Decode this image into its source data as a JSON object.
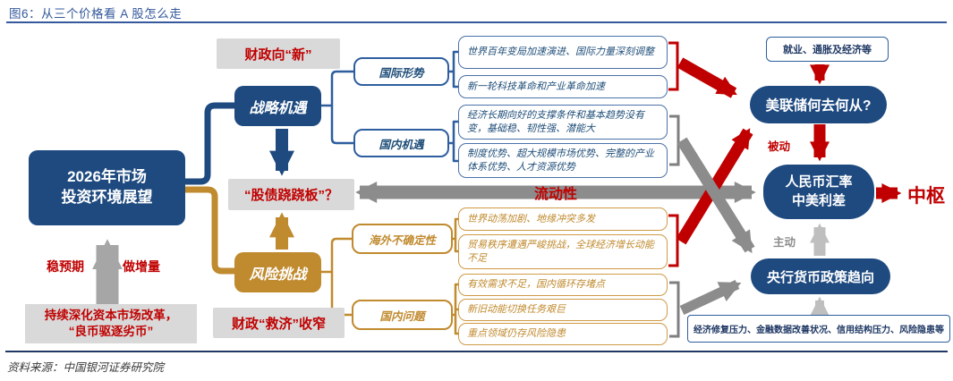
{
  "header": {
    "title": "图6：从三个价格看 A 股怎么走"
  },
  "footer": {
    "source": "资料来源：中国银河证券研究院"
  },
  "left": {
    "main_box": {
      "line1": "2026年市场",
      "line2": "投资环境展望"
    },
    "label_stable": "稳预期",
    "label_increment": "做增量",
    "reform_box": {
      "line1": "持续深化资本市场改革，",
      "line2": "“良币驱逐劣币”"
    }
  },
  "middle": {
    "fiscal_new": "财政向“新”",
    "strategy": "战略机遇",
    "seesaw": "“股债跷跷板”？",
    "risk": "风险挑战",
    "fiscal_rescue": "财政“救济”收窄",
    "liquidity": "流动性"
  },
  "categories": {
    "intl": "国际形势",
    "domestic_opp": "国内机遇",
    "overseas": "海外不确定性",
    "domestic_issue": "国内问题"
  },
  "details": {
    "blue": [
      "世界百年变局加速演进、国际力量深刻调整",
      "新一轮科技革命和产业革命加速",
      "经济长期向好的支撑条件和基本趋势没有变，基础稳、韧性强、潜能大",
      "制度优势、超大规模市场优势、完整的产业体系优势、人才资源优势"
    ],
    "orange": [
      "世界动荡加剧、地缘冲突多发",
      "贸易秩序遭遇严峻挑战，全球经济增长动能不足",
      "有效需求不足，国内循环存堵点",
      "新旧动能切换任务艰巨",
      "重点领域仍存风险隐患"
    ]
  },
  "right": {
    "employment": "就业、通胀及经济等",
    "fed": "美联储何去何从?",
    "passive": "被动",
    "rmb": {
      "line1": "人民币汇率",
      "line2": "中美利差"
    },
    "hub": "中枢",
    "active": "主动",
    "pboc": "央行货币政策趋向",
    "indicators": "经济修复压力、金融数据改善状况、信用结构压力、风险隐患等"
  },
  "colors": {
    "dark_blue": "#1e4a80",
    "orange": "#c08a2e",
    "red": "#c00000",
    "gray_box": "#d9d9d9",
    "arrow_gray": "#8c8c8c",
    "arrow_light_gray": "#bfbfbf",
    "title_blue": "#35599c"
  }
}
